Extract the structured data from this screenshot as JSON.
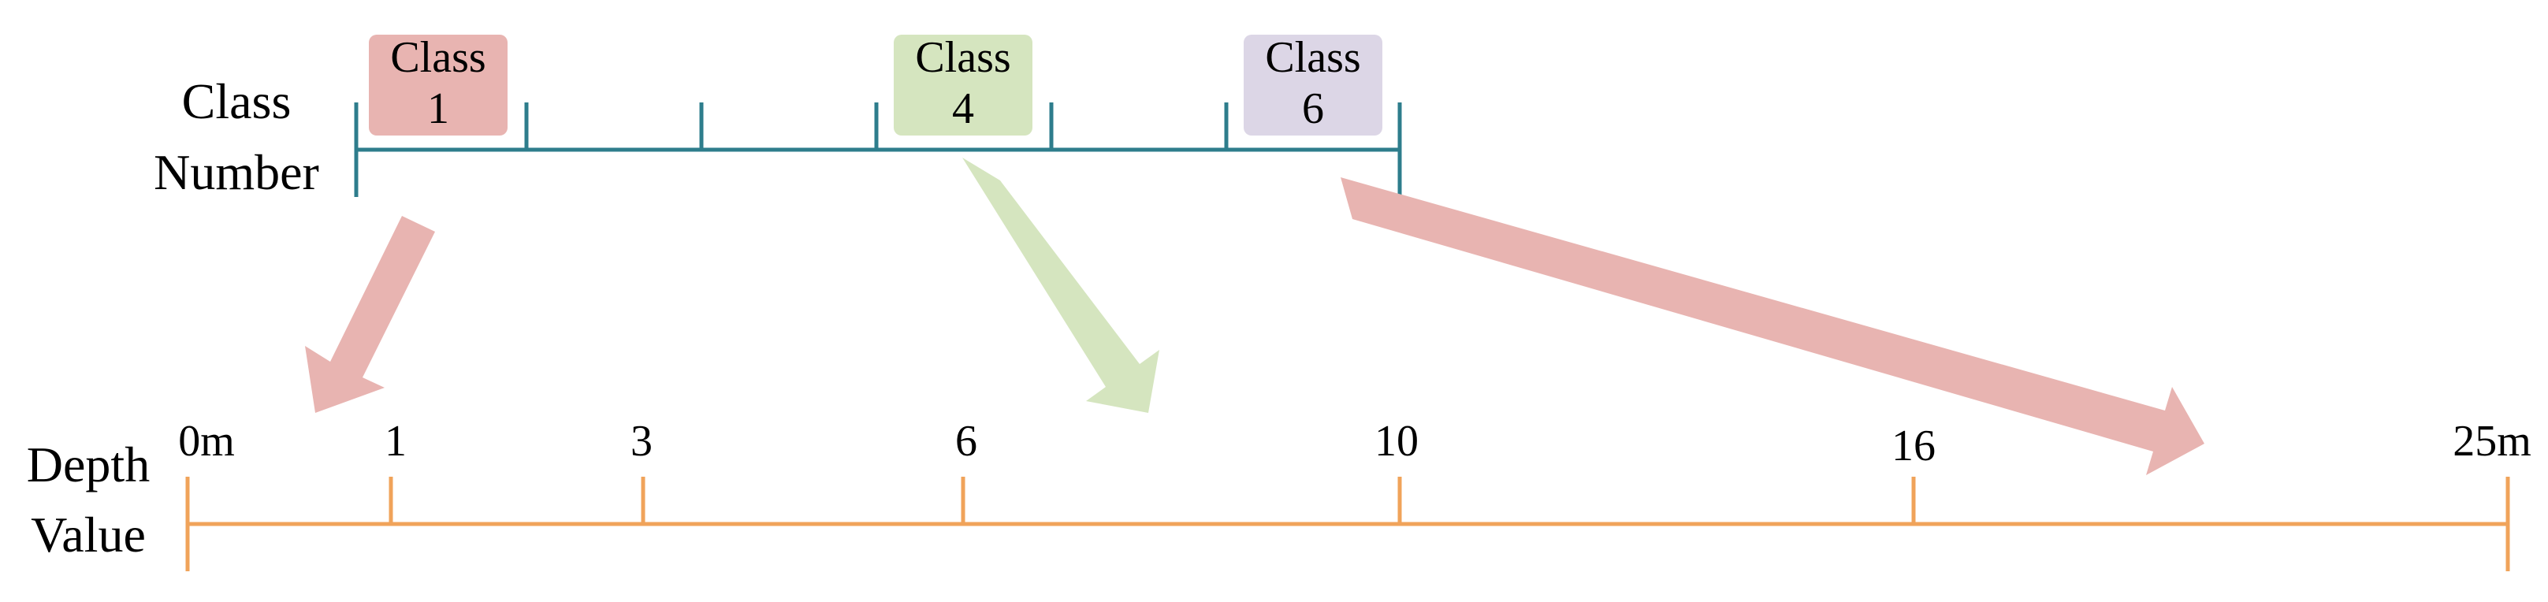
{
  "class_axis": {
    "label_line1": "Class",
    "label_line2": "Number",
    "color": "#2e7d8c",
    "boxes": [
      {
        "line1": "Class",
        "line2": "1",
        "color": "#e8b4b1"
      },
      {
        "line1": "Class",
        "line2": "4",
        "color": "#d5e5bf"
      },
      {
        "line1": "Class",
        "line2": "6",
        "color": "#dcd6e6"
      }
    ]
  },
  "depth_axis": {
    "label_line1": "Depth",
    "label_line2": "Value",
    "color": "#f0a35a",
    "ticks": [
      "0m",
      "1",
      "3",
      "6",
      "10",
      "16",
      "25m"
    ]
  },
  "arrows": [
    {
      "from": "Class 1",
      "to": "1",
      "color": "#e8b4b1"
    },
    {
      "from": "Class 4",
      "to": "6",
      "color": "#d5e5bf"
    },
    {
      "from": "Class 6",
      "to": "16",
      "color": "#e8b4b1"
    }
  ]
}
